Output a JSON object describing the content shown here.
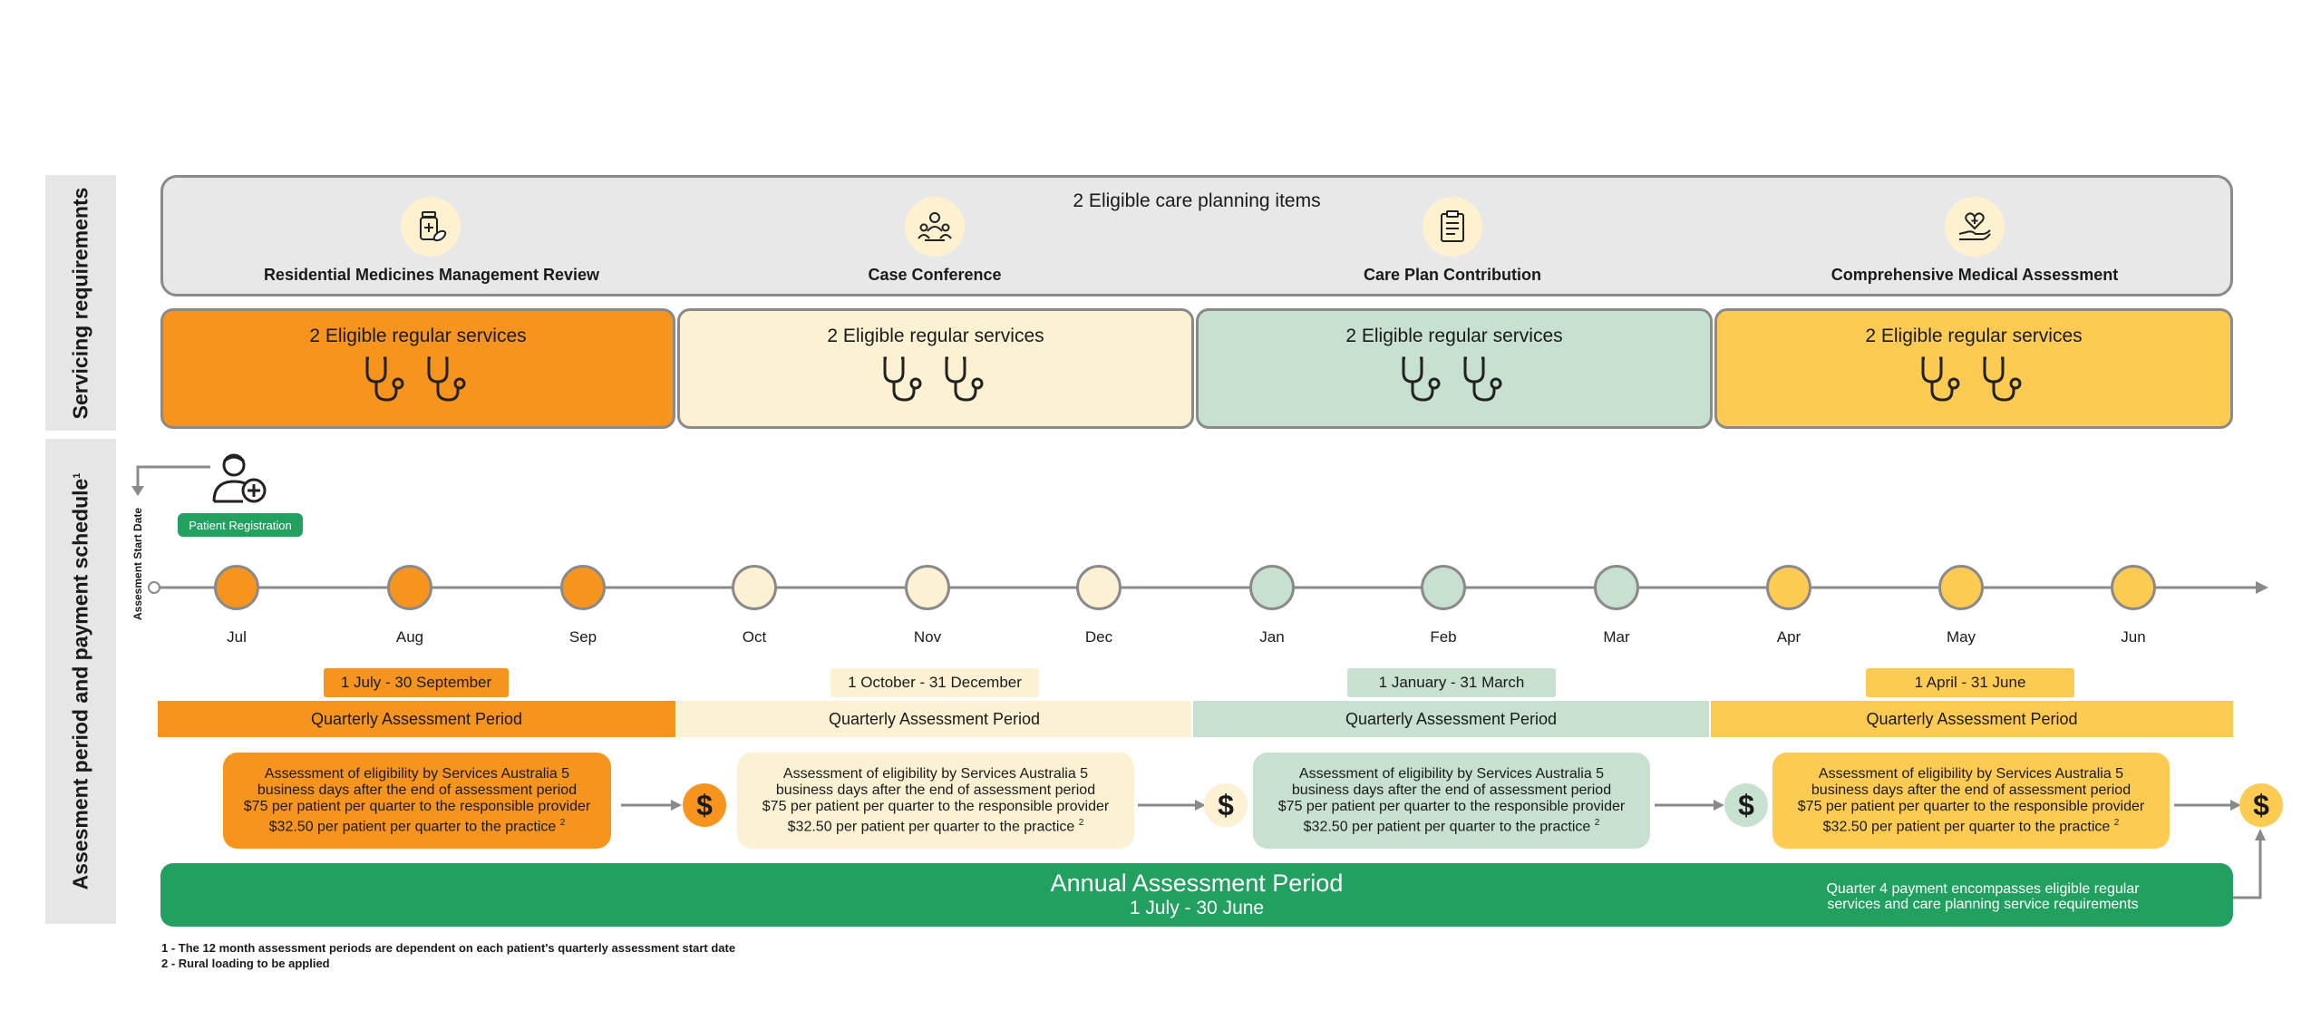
{
  "side_labels": {
    "servicing": "Servicing requirements",
    "schedule": "Assesment period and payment schedule",
    "schedule_sup": "1"
  },
  "care_planning": {
    "title": "2 Eligible care planning items",
    "items": [
      {
        "label": "Residential Medicines Management Review",
        "icon": "medicine-bottle-icon"
      },
      {
        "label": "Case Conference",
        "icon": "conference-group-icon"
      },
      {
        "label": "Care Plan Contribution",
        "icon": "clipboard-plan-icon"
      },
      {
        "label": "Comprehensive Medical Assessment",
        "icon": "heart-hand-icon"
      }
    ]
  },
  "regular_services": [
    {
      "label": "2 Eligible regular services",
      "color": "#f7941d"
    },
    {
      "label": "2 Eligible regular services",
      "color": "#fdf1d4"
    },
    {
      "label": "2 Eligible regular services",
      "color": "#c7e0d0"
    },
    {
      "label": "2 Eligible regular services",
      "color": "#fecb52"
    }
  ],
  "registration": {
    "badge": "Patient Registration",
    "start_label": "Assesment Start Date"
  },
  "months": [
    "Jul",
    "Aug",
    "Sep",
    "Oct",
    "Nov",
    "Dec",
    "Jan",
    "Feb",
    "Mar",
    "Apr",
    "May",
    "Jun"
  ],
  "quarters": [
    {
      "date_range": "1 July - 30 September",
      "period_label": "Quarterly Assessment Period",
      "color": "#f7941d",
      "light": "#f7941d",
      "assessment": [
        "Assessment of eligibility by Services Australia 5",
        "business days after the end of assessment period",
        "$75 per patient per quarter to the responsible provider",
        "$32.50 per patient per quarter to the practice"
      ],
      "assessment_sup": "2",
      "dollar": "$"
    },
    {
      "date_range": "1 October - 31 December",
      "period_label": "Quarterly Assessment Period",
      "color": "#fdf1d4",
      "light": "#fdf1d4",
      "assessment": [
        "Assessment of eligibility by Services Australia 5",
        "business days after the end of assessment period",
        "$75 per patient per quarter to the responsible provider",
        "$32.50 per patient per quarter to the practice"
      ],
      "assessment_sup": "2",
      "dollar": "$"
    },
    {
      "date_range": "1 January - 31 March",
      "period_label": "Quarterly Assessment Period",
      "color": "#c7e0d0",
      "light": "#c7e0d0",
      "assessment": [
        "Assessment of eligibility by Services Australia 5",
        "business days after the end of assessment period",
        "$75 per patient per quarter to the responsible provider",
        "$32.50 per patient per quarter to the practice"
      ],
      "assessment_sup": "2",
      "dollar": "$"
    },
    {
      "date_range": "1 April - 31 June",
      "period_label": "Quarterly Assessment Period",
      "color": "#fecb52",
      "light": "#fecb52",
      "assessment": [
        "Assessment of eligibility by Services Australia 5",
        "business days after the end of assessment period",
        "$75 per patient per quarter to the responsible provider",
        "$32.50 per patient per quarter to the practice"
      ],
      "assessment_sup": "2",
      "dollar": "$"
    }
  ],
  "annual": {
    "title": "Annual Assessment Period",
    "subtitle": "1 July - 30 June",
    "q4_note_line1": "Quarter 4 payment encompasses eligible regular",
    "q4_note_line2": "services and care planning service requirements",
    "color": "#21a060"
  },
  "footnotes": [
    "1 - The 12 month assessment periods are dependent on each patient's quarterly assessment start date",
    "2 - Rural loading to be applied"
  ],
  "colors": {
    "orange": "#f7941d",
    "cream": "#fdf1d4",
    "sage": "#c7e0d0",
    "gold": "#fecb52",
    "green": "#21a060",
    "line": "#8a8a8a"
  }
}
